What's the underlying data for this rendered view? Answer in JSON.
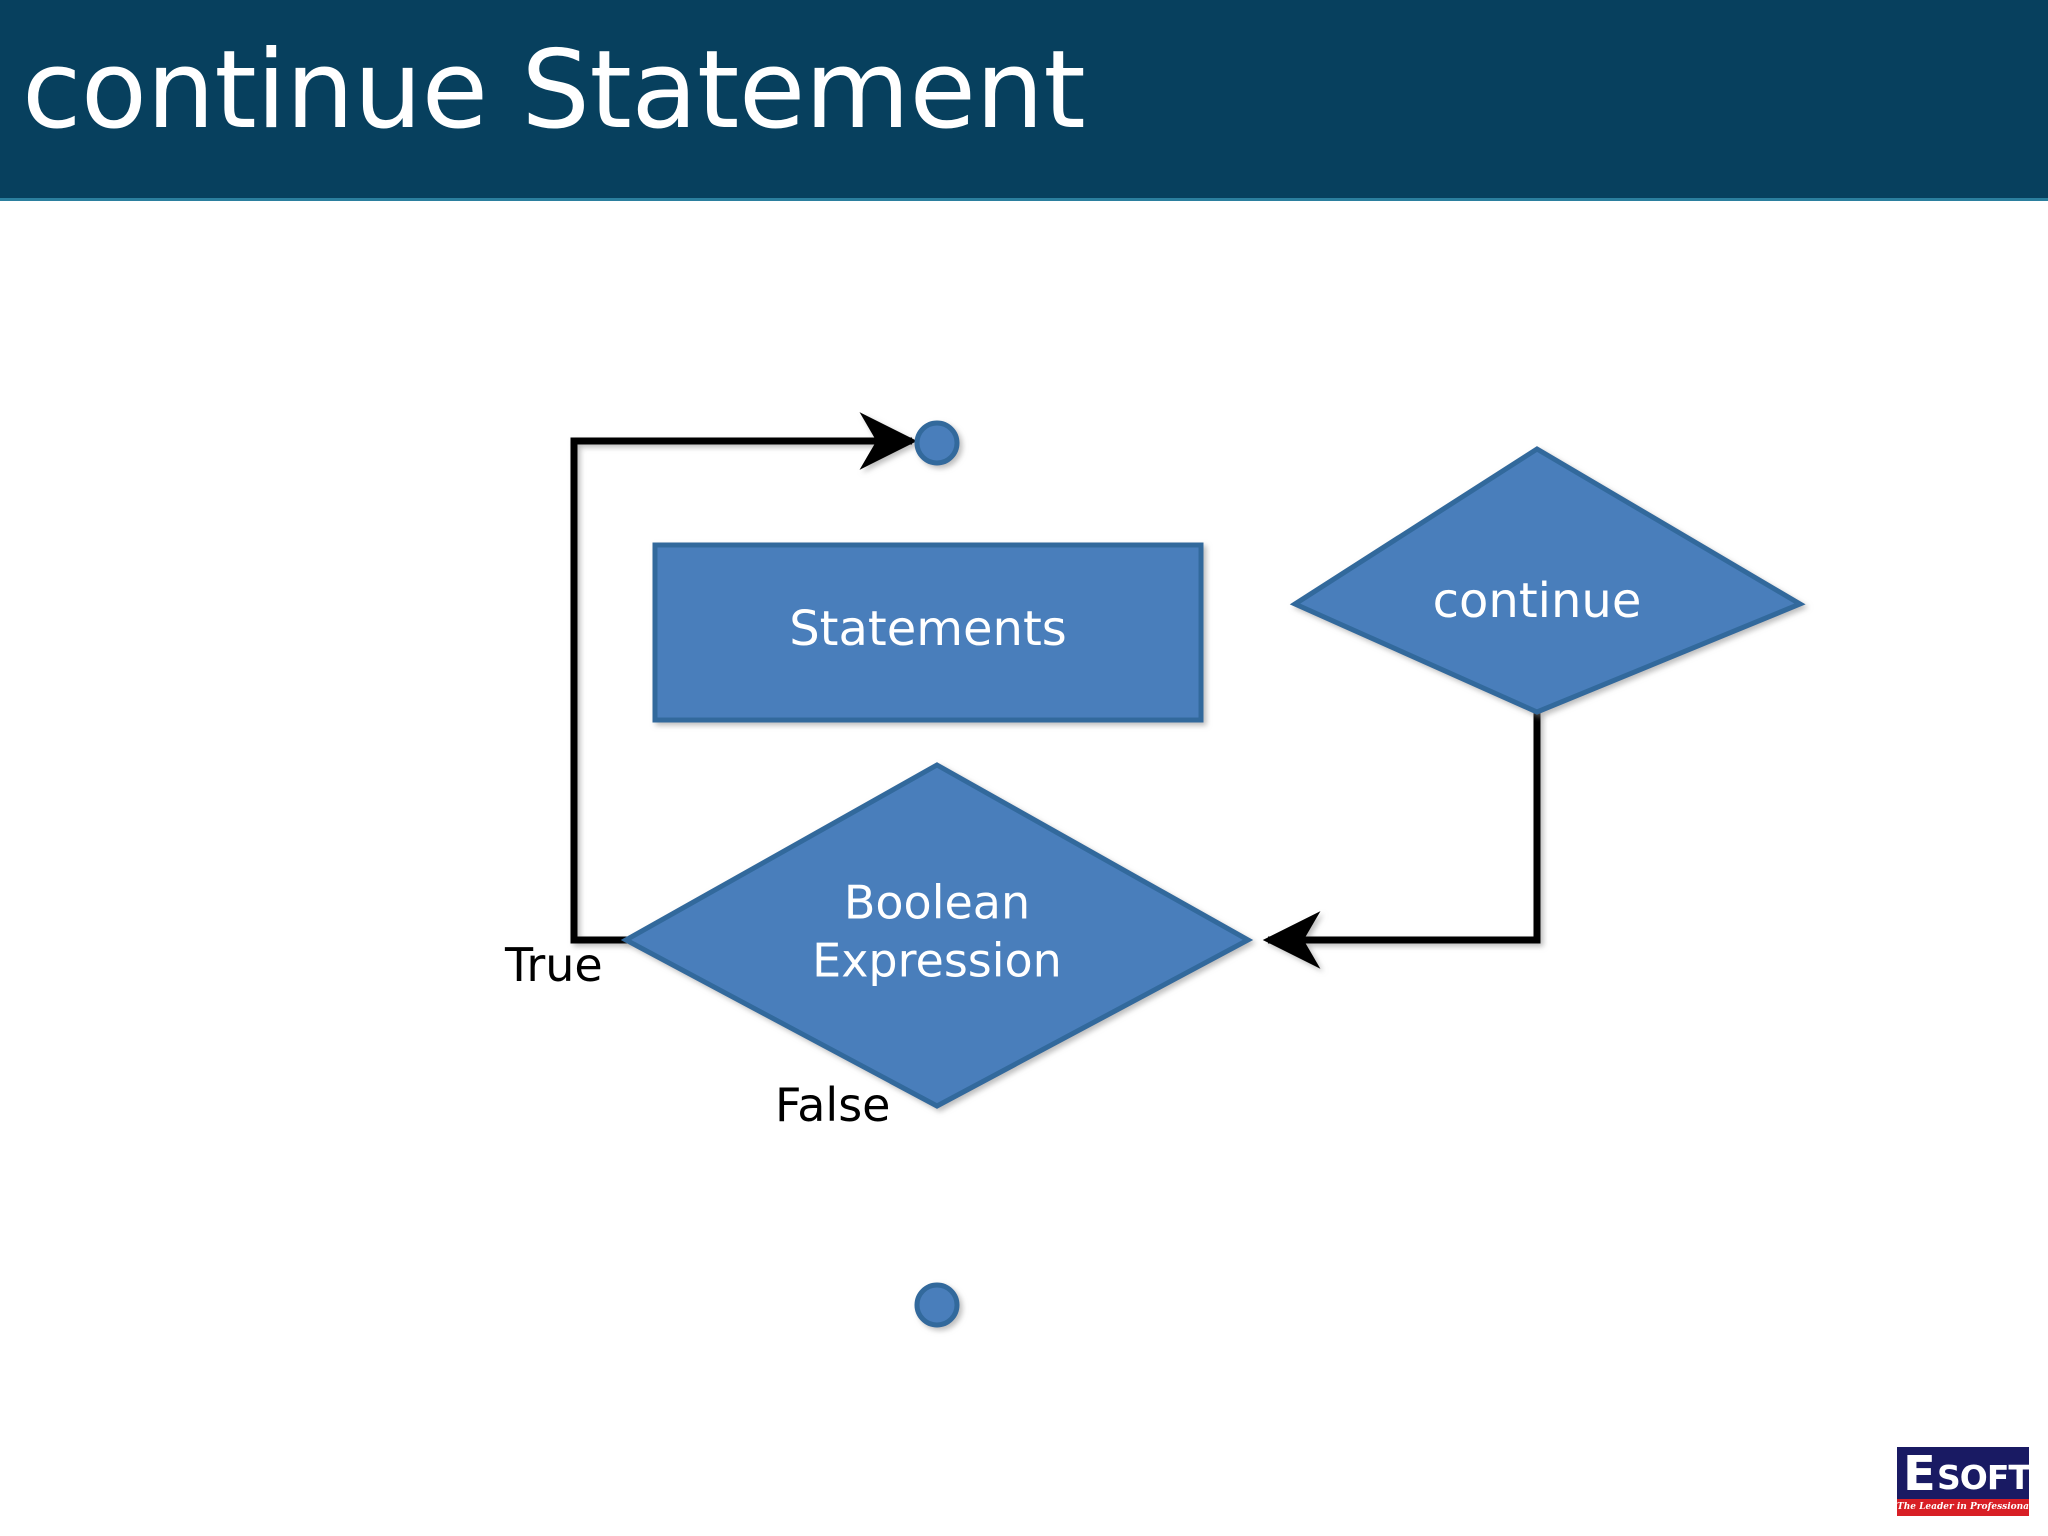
{
  "slide": {
    "title": "continue Statement",
    "background_color": "#ffffff",
    "title_bar_color": "#07405e",
    "title_text_color": "#ffffff"
  },
  "theme": {
    "node_fill": "#4a7ebb",
    "node_stroke": "#31699c",
    "connector_color": "#000000",
    "node_text_color": "#ffffff",
    "label_text_color": "#000000"
  },
  "diagram": {
    "type": "flowchart",
    "name": "continue-statement-flowchart",
    "nodes": [
      {
        "id": "entry",
        "shape": "start-circle",
        "label": ""
      },
      {
        "id": "merge",
        "shape": "merge-circle",
        "label": ""
      },
      {
        "id": "statements",
        "shape": "process-box",
        "label": "Statements"
      },
      {
        "id": "continue",
        "shape": "decision-diamond",
        "label": "continue"
      },
      {
        "id": "boolean",
        "shape": "decision-diamond",
        "label": "Boolean\nExpression",
        "label_line_1": "Boolean",
        "label_line_2": "Expression"
      },
      {
        "id": "end",
        "shape": "end-circle",
        "label": ""
      }
    ],
    "edges": [
      {
        "from": "entry",
        "to": "merge",
        "label": ""
      },
      {
        "from": "merge",
        "to": "statements",
        "label": ""
      },
      {
        "from": "statements",
        "to": "continue",
        "label": ""
      },
      {
        "from": "statements",
        "to": "boolean",
        "label": ""
      },
      {
        "from": "continue",
        "to": "boolean",
        "label": ""
      },
      {
        "from": "boolean",
        "to": "merge",
        "label": "True"
      },
      {
        "from": "boolean",
        "to": "end",
        "label": "False"
      }
    ],
    "edge_labels": {
      "true": "True",
      "false": "False"
    }
  },
  "logo": {
    "brand_e": "E",
    "brand_soft": "SOFT",
    "tagline": "The Leader in Professional IT Education",
    "box_color": "#191a63",
    "tagline_bar_color": "#d81f26"
  }
}
